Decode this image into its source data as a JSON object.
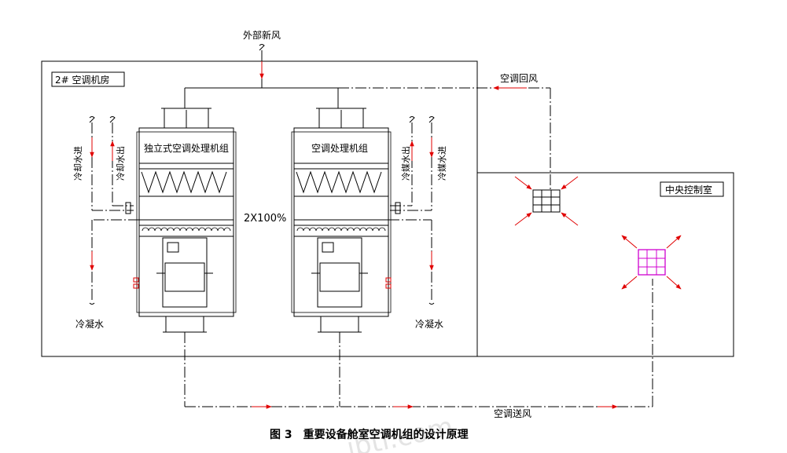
{
  "labels": {
    "fresh_air": "外部新风",
    "return_air": "空调回风",
    "supply_air": "空调送风",
    "room_2": "2# 空调机房",
    "control_room": "中央控制室",
    "unit_left": "独立式空调处理机组",
    "unit_right": "空调处理机组",
    "redundancy": "2X100%",
    "left_chw_in": "冷却水进",
    "left_chw_out": "冷却水出",
    "right_chw_out": "冷媒水出",
    "right_chw_in": "冷媒水进",
    "cond_left": "冷凝水",
    "cond_right": "冷凝水"
  },
  "caption": "图 3　重要设备舱室空调机组的设计原理",
  "watermark": "ibtl.com",
  "colors": {
    "line": "#000000",
    "arrow": "#e00000",
    "diffuser_left": "#000000",
    "diffuser_right": "#d000d0"
  }
}
